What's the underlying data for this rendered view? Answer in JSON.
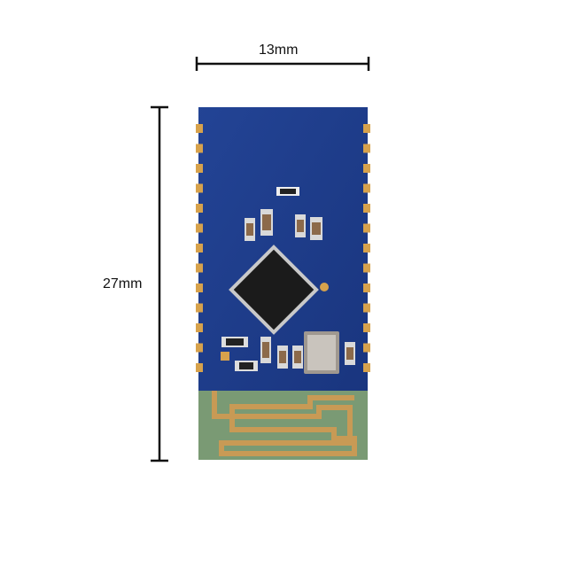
{
  "dimensions": {
    "width_label": "13mm",
    "height_label": "27mm"
  },
  "colors": {
    "pcb_blue": "#1f3e8f",
    "pcb_blue_dark": "#17306f",
    "antenna_substrate": "#7a9a74",
    "copper_trace": "#c89a55",
    "gold_pad": "#d7a24c",
    "chip_black": "#1b1b1b",
    "crystal_silver": "#b9b4ad",
    "dimension_line": "#111111"
  },
  "components": {
    "main_chip": "qfn-microcontroller",
    "crystal": "crystal-oscillator",
    "antenna": "pcb-meander-antenna"
  }
}
